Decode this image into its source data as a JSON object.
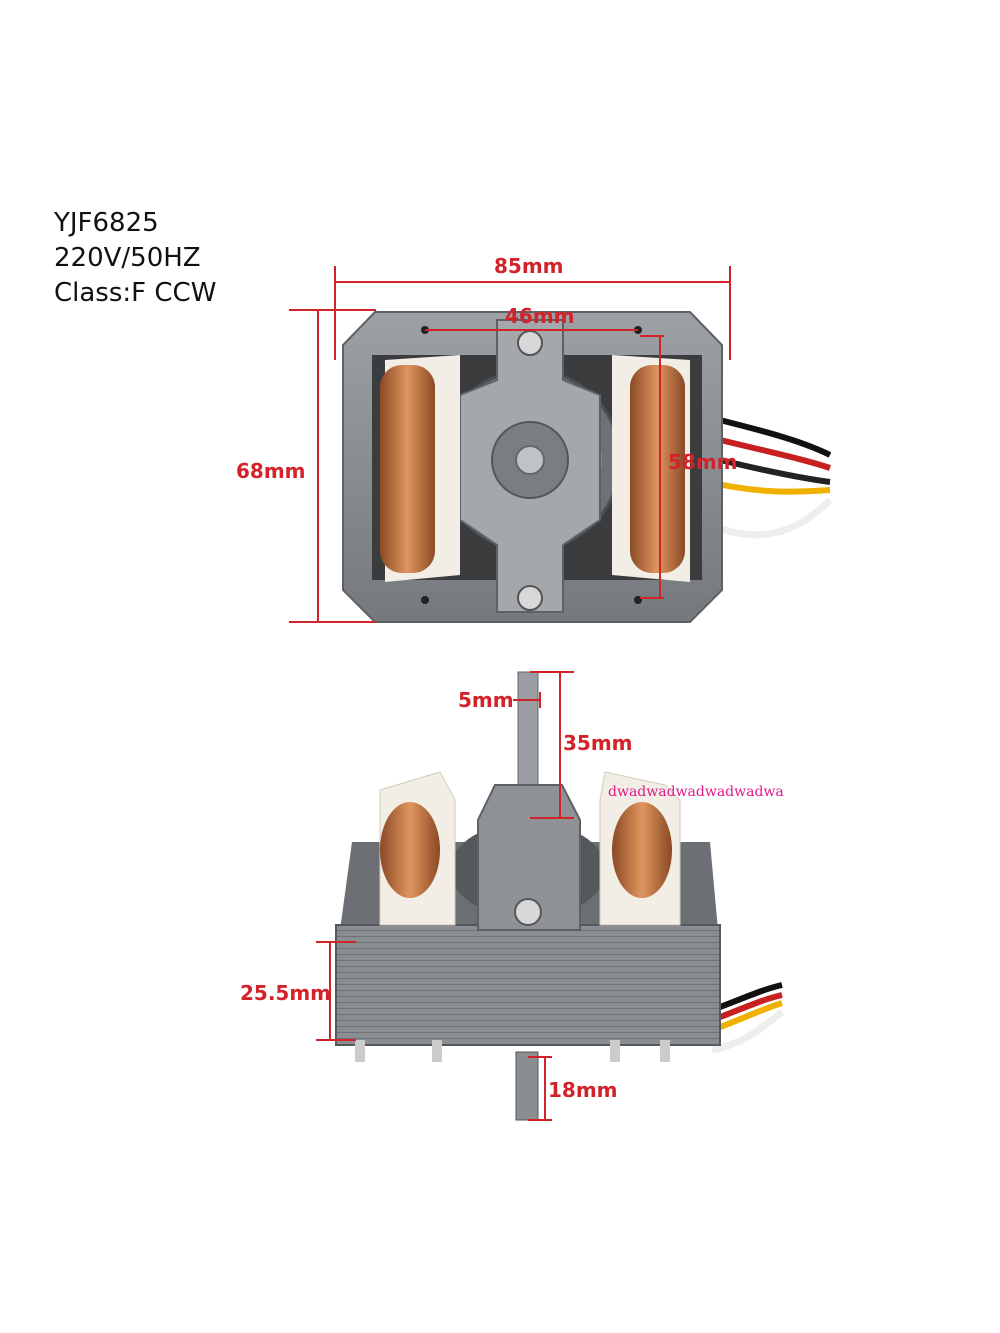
{
  "specs": {
    "model": "YJF6825",
    "voltage": "220V/50HZ",
    "class": "Class:F  CCW"
  },
  "dimensions": {
    "width": "85mm",
    "hole_spacing": "46mm",
    "height": "68mm",
    "coil_height": "58mm",
    "shaft_diameter": "5mm",
    "shaft_length": "35mm",
    "stack_height": "25.5mm",
    "bottom_shaft": "18mm"
  },
  "watermark": "dwadwadwadwadwadwa",
  "colors": {
    "dimension_line": "#d2232a",
    "copper": "#c8764a",
    "steel": "#8e9296"
  }
}
